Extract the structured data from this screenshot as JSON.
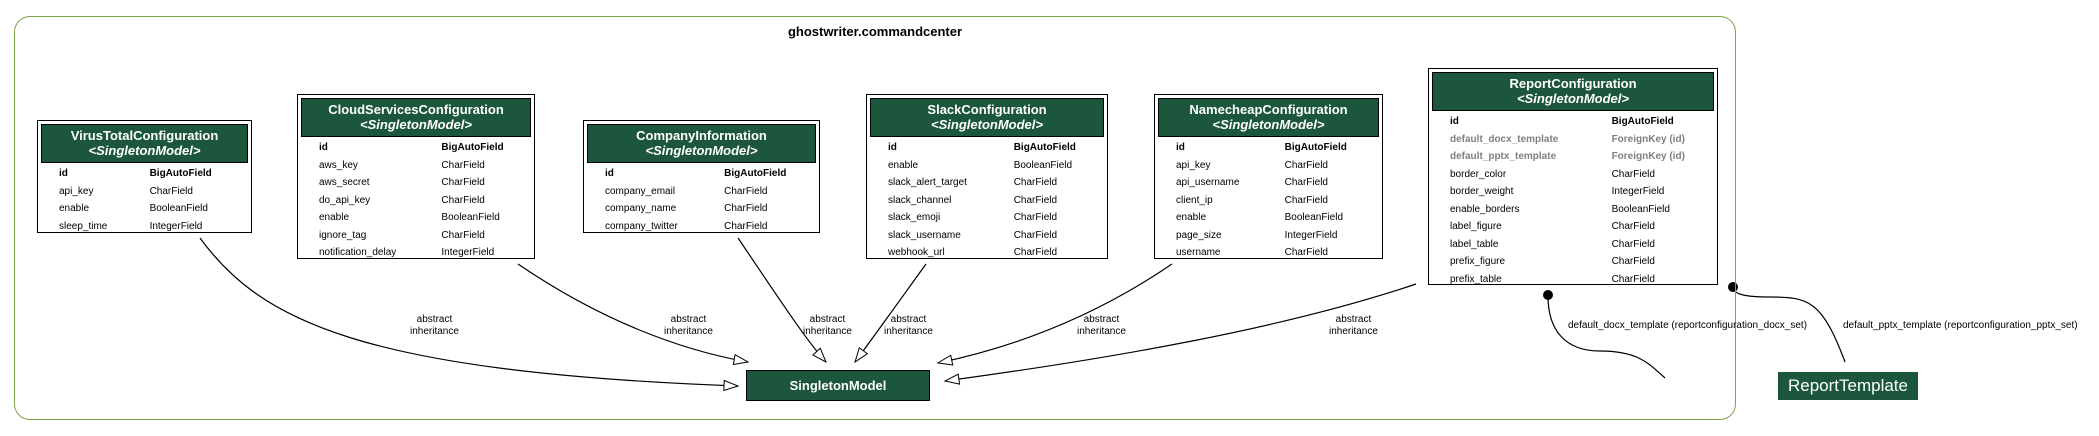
{
  "diagram": {
    "cluster_title": "ghostwriter.commandcenter",
    "colors": {
      "header_fill": "#1b563d",
      "cluster_border": "#7fa34a",
      "fk_text": "#7f7f7f"
    },
    "models": {
      "virustotal": {
        "name": "VirusTotalConfiguration",
        "stereotype": "<SingletonModel>",
        "fields": [
          {
            "name": "id",
            "type": "BigAutoField"
          },
          {
            "name": "api_key",
            "type": "CharField"
          },
          {
            "name": "enable",
            "type": "BooleanField"
          },
          {
            "name": "sleep_time",
            "type": "IntegerField"
          }
        ]
      },
      "cloudservices": {
        "name": "CloudServicesConfiguration",
        "stereotype": "<SingletonModel>",
        "fields": [
          {
            "name": "id",
            "type": "BigAutoField"
          },
          {
            "name": "aws_key",
            "type": "CharField"
          },
          {
            "name": "aws_secret",
            "type": "CharField"
          },
          {
            "name": "do_api_key",
            "type": "CharField"
          },
          {
            "name": "enable",
            "type": "BooleanField"
          },
          {
            "name": "ignore_tag",
            "type": "CharField"
          },
          {
            "name": "notification_delay",
            "type": "IntegerField"
          }
        ]
      },
      "company": {
        "name": "CompanyInformation",
        "stereotype": "<SingletonModel>",
        "fields": [
          {
            "name": "id",
            "type": "BigAutoField"
          },
          {
            "name": "company_email",
            "type": "CharField"
          },
          {
            "name": "company_name",
            "type": "CharField"
          },
          {
            "name": "company_twitter",
            "type": "CharField"
          }
        ]
      },
      "slack": {
        "name": "SlackConfiguration",
        "stereotype": "<SingletonModel>",
        "fields": [
          {
            "name": "id",
            "type": "BigAutoField"
          },
          {
            "name": "enable",
            "type": "BooleanField"
          },
          {
            "name": "slack_alert_target",
            "type": "CharField"
          },
          {
            "name": "slack_channel",
            "type": "CharField"
          },
          {
            "name": "slack_emoji",
            "type": "CharField"
          },
          {
            "name": "slack_username",
            "type": "CharField"
          },
          {
            "name": "webhook_url",
            "type": "CharField"
          }
        ]
      },
      "namecheap": {
        "name": "NamecheapConfiguration",
        "stereotype": "<SingletonModel>",
        "fields": [
          {
            "name": "id",
            "type": "BigAutoField"
          },
          {
            "name": "api_key",
            "type": "CharField"
          },
          {
            "name": "api_username",
            "type": "CharField"
          },
          {
            "name": "client_ip",
            "type": "CharField"
          },
          {
            "name": "enable",
            "type": "BooleanField"
          },
          {
            "name": "page_size",
            "type": "IntegerField"
          },
          {
            "name": "username",
            "type": "CharField"
          }
        ]
      },
      "report": {
        "name": "ReportConfiguration",
        "stereotype": "<SingletonModel>",
        "fields": [
          {
            "name": "id",
            "type": "BigAutoField"
          },
          {
            "name": "default_docx_template",
            "type": "ForeignKey (id)",
            "fk": true
          },
          {
            "name": "default_pptx_template",
            "type": "ForeignKey (id)",
            "fk": true
          },
          {
            "name": "border_color",
            "type": "CharField"
          },
          {
            "name": "border_weight",
            "type": "IntegerField"
          },
          {
            "name": "enable_borders",
            "type": "BooleanField"
          },
          {
            "name": "label_figure",
            "type": "CharField"
          },
          {
            "name": "label_table",
            "type": "CharField"
          },
          {
            "name": "prefix_figure",
            "type": "CharField"
          },
          {
            "name": "prefix_table",
            "type": "CharField"
          }
        ]
      }
    },
    "singleton_model": "SingletonModel",
    "report_template": "ReportTemplate",
    "edge_labels": {
      "abstract_line1": "abstract",
      "abstract_line2": "inheritance",
      "docx_rel": "default_docx_template (reportconfiguration_docx_set)",
      "pptx_rel": "default_pptx_template (reportconfiguration_pptx_set)"
    }
  }
}
